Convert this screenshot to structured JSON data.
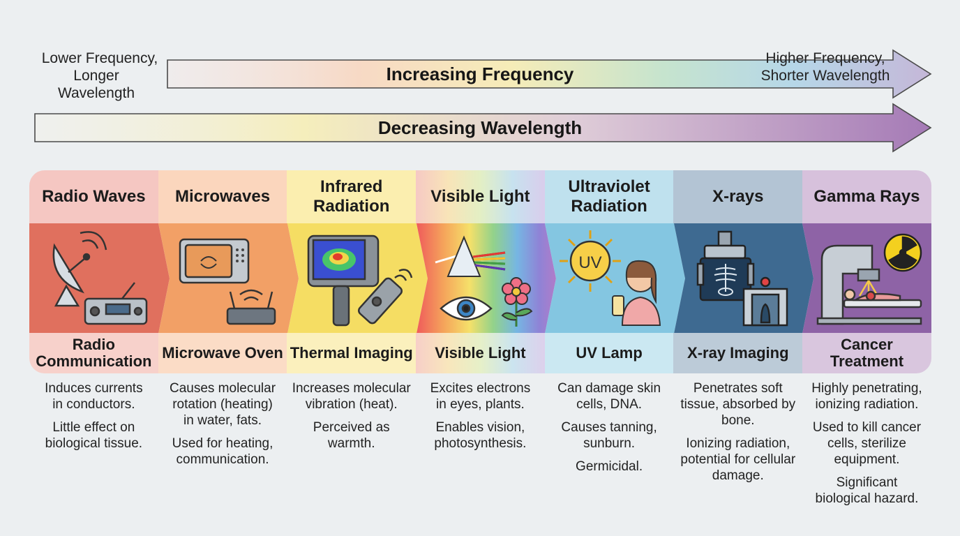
{
  "top_arrow": {
    "left_label": [
      "Lower Frequency,",
      "Longer Wavelength"
    ],
    "title": "Increasing Frequency",
    "right_label": [
      "Higher Frequency,",
      "Shorter Wavelength"
    ]
  },
  "bottom_arrow": {
    "title": "Decreasing Wavelength"
  },
  "bands": [
    {
      "name": "Radio Waves",
      "application": "Radio Communication",
      "descriptions": [
        "Induces currents in conductors.",
        "Little effect on biological tissue."
      ],
      "icons": [
        "satellite-dish-icon",
        "radio-icon"
      ],
      "colors": {
        "head": "#f5c7c2",
        "mid": "#e0705e",
        "app": "#f7d1cb"
      }
    },
    {
      "name": "Microwaves",
      "application": "Microwave Oven",
      "descriptions": [
        "Causes molecular rotation (heating) in water, fats.",
        "Used for heating, communication."
      ],
      "icons": [
        "microwave-oven-icon",
        "wifi-router-icon"
      ],
      "colors": {
        "head": "#fbd6bd",
        "mid": "#f2a066",
        "app": "#fbdcc6"
      }
    },
    {
      "name": "Infrared Radiation",
      "application": "Thermal Imaging",
      "descriptions": [
        "Increases molecular vibration (heat).",
        "Perceived as warmth."
      ],
      "icons": [
        "thermal-camera-icon",
        "remote-control-icon"
      ],
      "colors": {
        "head": "#fbeeaf",
        "mid": "#f5dd63",
        "app": "#fbf0bd"
      }
    },
    {
      "name": "Visible Light",
      "application": "Visible Light",
      "descriptions": [
        "Excites electrons in eyes, plants.",
        "Enables vision, photosynthesis."
      ],
      "icons": [
        "prism-icon",
        "eye-icon",
        "flower-icon"
      ],
      "colors": {
        "head": "#e8dde6",
        "mid": "#cbb6e0",
        "app": "#eadde8"
      }
    },
    {
      "name": "Ultraviolet Radiation",
      "application": "UV Lamp",
      "descriptions": [
        "Can damage skin cells, DNA.",
        "Causes tanning, sunburn.",
        "Germicidal."
      ],
      "icons": [
        "uv-sun-icon",
        "person-sunscreen-icon"
      ],
      "uv_label": "UV",
      "colors": {
        "head": "#bfe1ee",
        "mid": "#84c6e1",
        "app": "#cbe8f2"
      }
    },
    {
      "name": "X-rays",
      "application": "X-ray Imaging",
      "descriptions": [
        "Penetrates soft tissue, absorbed by bone.",
        "Ionizing radiation, potential for cellular damage."
      ],
      "icons": [
        "xray-machine-icon",
        "security-scanner-icon"
      ],
      "colors": {
        "head": "#b3c4d4",
        "mid": "#3e6a91",
        "app": "#bccbd8"
      }
    },
    {
      "name": "Gamma Rays",
      "application": "Cancer Treatment",
      "descriptions": [
        "Highly penetrating, ionizing radiation.",
        "Used to kill cancer cells, sterilize equipment.",
        "Significant biological hazard."
      ],
      "icons": [
        "radiotherapy-machine-icon",
        "radiation-hazard-icon"
      ],
      "colors": {
        "head": "#d7c1dc",
        "mid": "#8e63a6",
        "app": "#d9c6de"
      }
    }
  ]
}
